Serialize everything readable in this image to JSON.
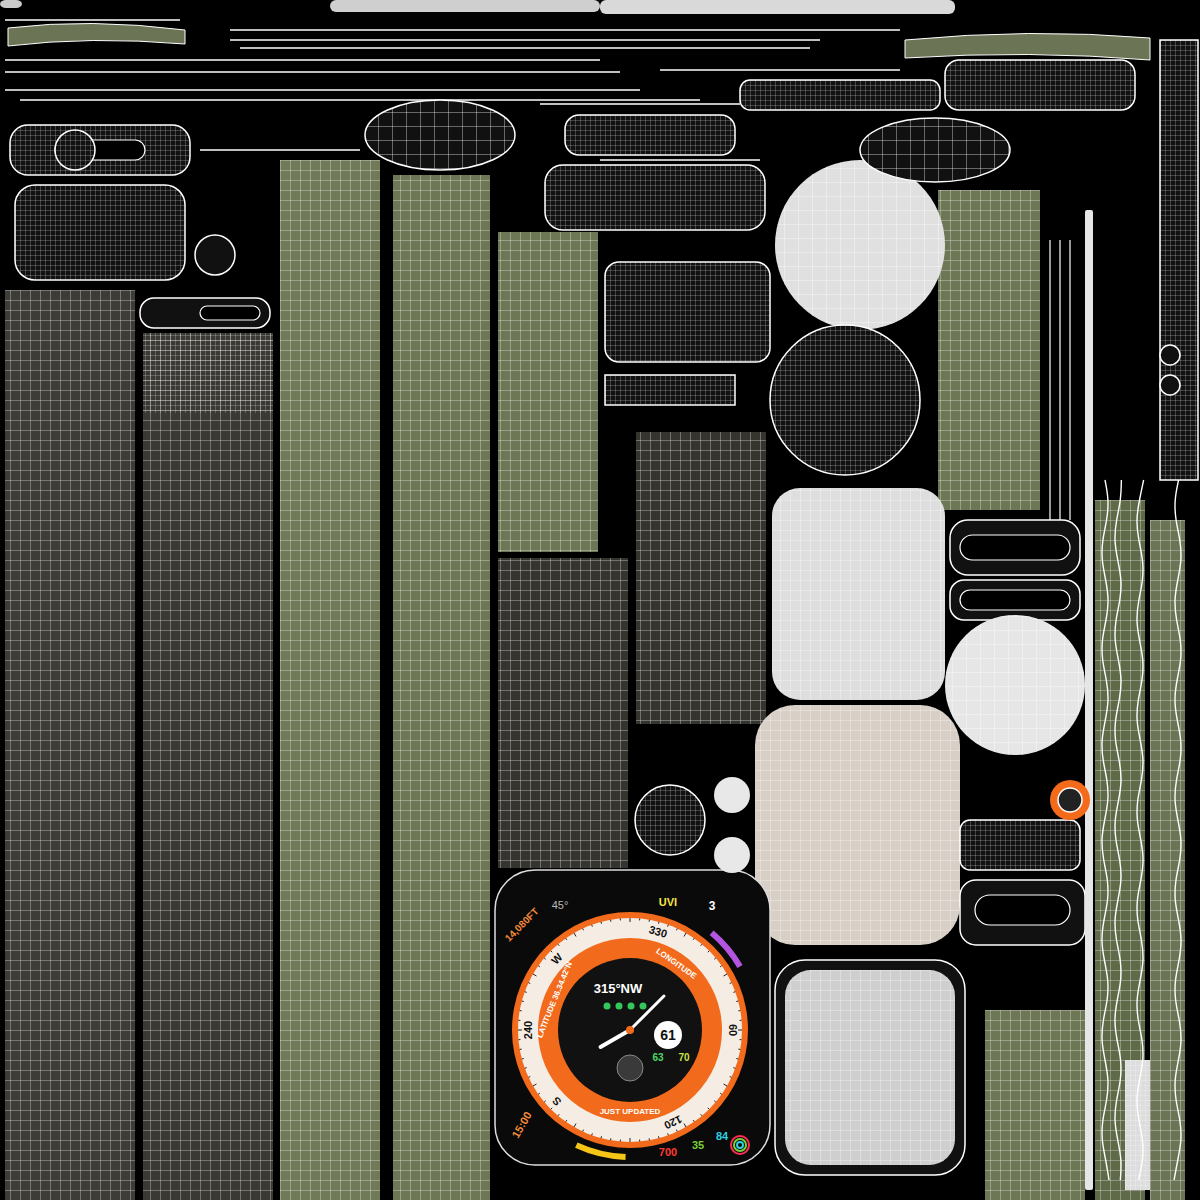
{
  "diagram": {
    "labels": [
      "45°",
      "14,080FT",
      "UVI",
      "3",
      "330",
      "W",
      "LONGITUDE",
      "LATITUDE 36.34.42°N",
      "315°NW",
      "240",
      "60",
      "61",
      "63",
      "70",
      "S",
      "JUST UPDATED",
      "120",
      "15:00",
      "700",
      "35",
      "84"
    ]
  }
}
